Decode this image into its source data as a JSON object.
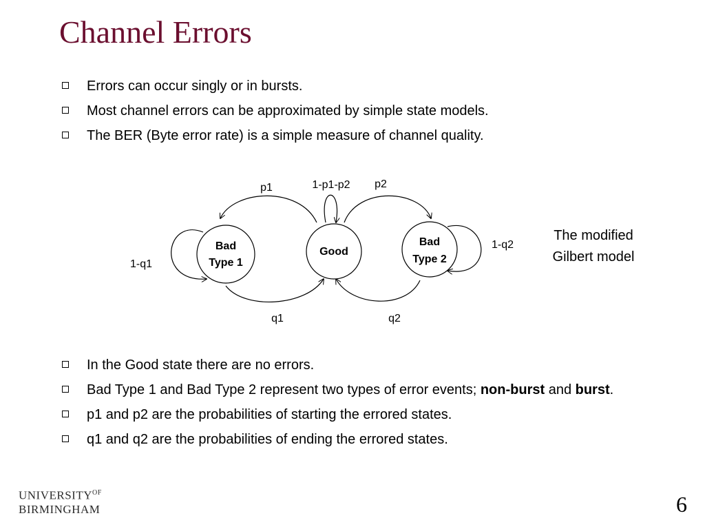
{
  "slide": {
    "title": "Channel Errors",
    "page_number": "6"
  },
  "bullets_top": [
    {
      "text": "Errors can occur singly or in bursts."
    },
    {
      "text": "Most channel errors can be approximated by simple state models."
    },
    {
      "text": "The BER (Byte error rate) is a simple measure of channel quality."
    }
  ],
  "diagram": {
    "states": {
      "bad1_line1": "Bad",
      "bad1_line2": "Type 1",
      "good": "Good",
      "bad2_line1": "Bad",
      "bad2_line2": "Type 2"
    },
    "transitions": {
      "p1": "p1",
      "good_self": "1-p1-p2",
      "p2": "p2",
      "bad1_self": "1-q1",
      "bad2_self": "1-q2",
      "q1": "q1",
      "q2": "q2"
    },
    "caption_line1": "The modified",
    "caption_line2": "Gilbert model"
  },
  "bullets_bottom": [
    {
      "text": "In the Good state there are no errors."
    },
    {
      "before": "Bad Type 1 and Bad Type 2 represent two types of error events; ",
      "bold1": "non-burst",
      "middle": " and ",
      "bold2": "burst",
      "after": "."
    },
    {
      "text": "p1 and p2 are the probabilities of starting the errored states."
    },
    {
      "text": "q1 and q2 are the probabilities of ending the errored states."
    }
  ],
  "footer": {
    "logo_line1": "UNIVERSITY",
    "logo_of": "OF",
    "logo_line2": "BIRMINGHAM"
  }
}
